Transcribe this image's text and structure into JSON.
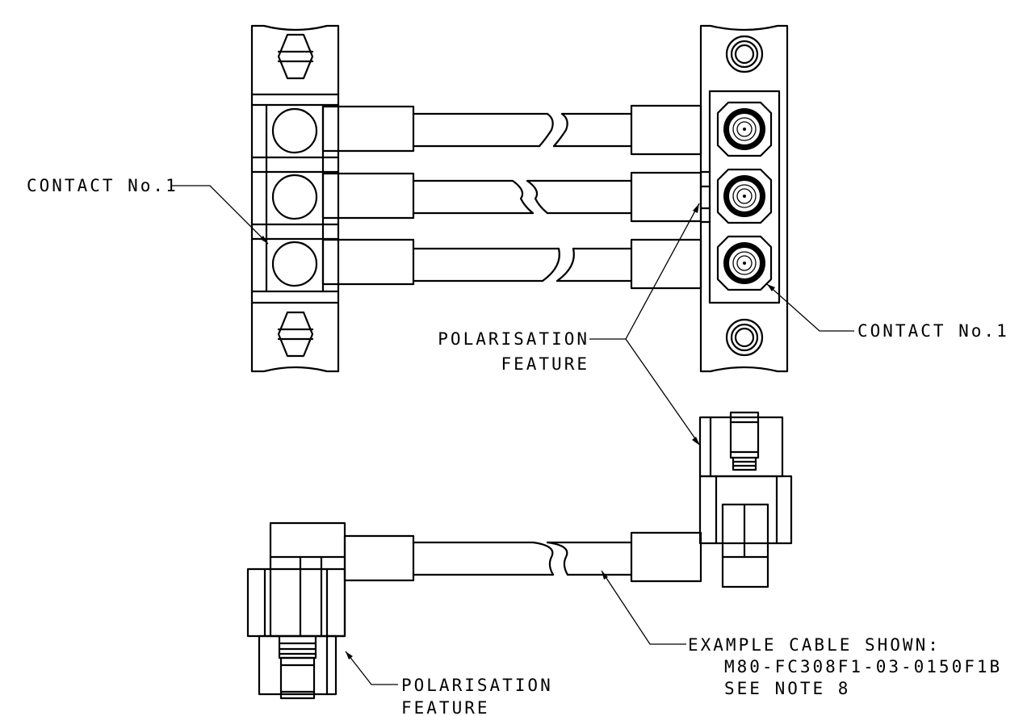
{
  "labels": {
    "contact_left": "CONTACT No.1",
    "contact_right": "CONTACT No.1",
    "polarisation_top_line1": "POLARISATION",
    "polarisation_top_line2": "FEATURE",
    "example_line1": "EXAMPLE CABLE SHOWN:",
    "example_line2": "M80-FC308F1-03-0150F1B",
    "example_line3": "SEE NOTE 8",
    "polarisation_bottom_line1": "POLARISATION",
    "polarisation_bottom_line2": "FEATURE"
  }
}
